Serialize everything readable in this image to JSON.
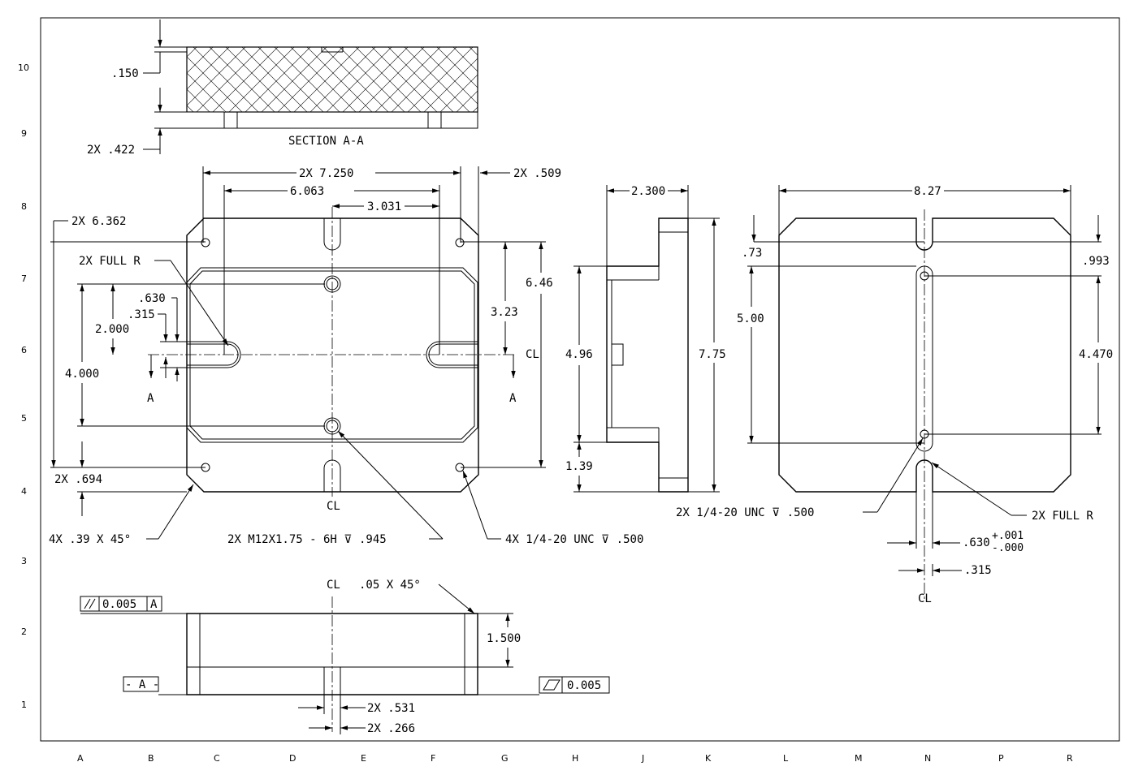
{
  "grid": {
    "rows": [
      "10",
      "9",
      "8",
      "7",
      "6",
      "5",
      "4",
      "3",
      "2",
      "1"
    ],
    "cols": [
      "A",
      "B",
      "C",
      "D",
      "E",
      "F",
      "G",
      "H",
      "J",
      "K",
      "L",
      "M",
      "N",
      "P",
      "R"
    ]
  },
  "section": {
    "title": "SECTION A-A",
    "dim_150": ".150",
    "dim_422": "2X .422"
  },
  "top_view": {
    "d_7250": "2X 7.250",
    "d_6063": "6.063",
    "d_3031": "3.031",
    "d_509": "2X .509",
    "d_6362": "2X 6.362",
    "full_r": "2X FULL R",
    "d_630": ".630",
    "d_315": ".315",
    "d_2000": "2.000",
    "d_4000": "4.000",
    "d_646": "6.46",
    "d_323": "3.23",
    "cl_right": "CL",
    "sec_left": "A",
    "sec_right": "A",
    "d_694": "2X .694",
    "chamfer": "4X .39 X 45°",
    "tap_m12": "2X M12X1.75 - 6H ⊽ .945",
    "tap_quarter": "4X 1/4-20 UNC  ⊽ .500",
    "cl_bottom": "CL"
  },
  "side_view": {
    "d_2300": "2.300",
    "d_496": "4.96",
    "d_139": "1.39",
    "d_775": "7.75"
  },
  "right_view": {
    "d_827": "8.27",
    "d_73": ".73",
    "d_993": ".993",
    "d_500": "5.00",
    "d_4470": "4.470",
    "tap": "2X 1/4-20 UNC  ⊽ .500",
    "full_r": "2X FULL R",
    "d_630": ".630",
    "tol_plus": "+.001",
    "tol_minus": "-.000",
    "d_315": ".315",
    "cl": "CL"
  },
  "front_view": {
    "cl": "CL",
    "chamfer": ".05 X 45°",
    "parallel_tol": "0.005",
    "parallel_ref": "A",
    "datum": "- A -",
    "flatness_tol": "0.005",
    "d_1500": "1.500",
    "d_531": "2X .531",
    "d_266": "2X .266"
  }
}
